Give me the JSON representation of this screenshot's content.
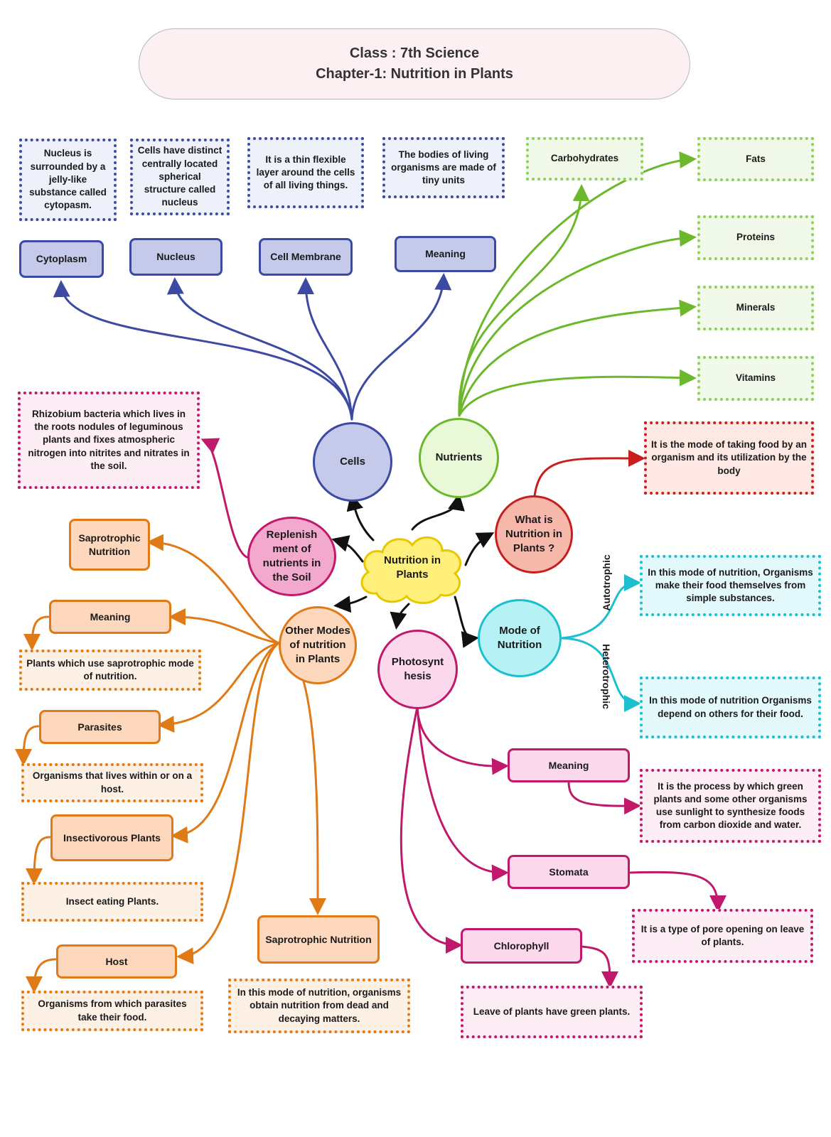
{
  "title": {
    "line1": "Class : 7th Science",
    "line2": "Chapter-1: Nutrition in Plants"
  },
  "colors": {
    "cells": "#3d4aa3",
    "nutrients": "#6cb82c",
    "what": "#c81e1e",
    "mode": "#1cbfcf",
    "photo": "#c0196b",
    "other": "#e07a16",
    "replenish": "#c0196b",
    "center": "#111111"
  },
  "center": "Nutrition in Plants",
  "cells": {
    "label": "Cells",
    "cytoplasm": "Cytoplasm",
    "nucleus": "Nucleus",
    "membrane": "Cell Membrane",
    "meaning": "Meaning",
    "cytoplasm_desc": "Nucleus is surrounded by a jelly-like substance called cytopasm.",
    "nucleus_desc": "Cells have distinct centrally located spherical structure called nucleus",
    "membrane_desc": "It is a thin flexible layer around the cells of all living things.",
    "meaning_desc": "The bodies of living organisms are made of tiny units"
  },
  "nutrients": {
    "label": "Nutrients",
    "carbohydrates": "Carbohydrates",
    "fats": "Fats",
    "proteins": "Proteins",
    "minerals": "Minerals",
    "vitamins": "Vitamins"
  },
  "what": {
    "label": "What is Nutrition in Plants ?",
    "desc": "It is the mode of taking food by an organism and its utilization by the body"
  },
  "mode": {
    "label": "Mode of Nutrition",
    "autotrophic": "Autotrophic",
    "heterotrophic": "Heterotrophic",
    "auto_desc": "In this mode of nutrition, Organisms make their food themselves from simple substances.",
    "hetero_desc": "In this mode of nutrition Organisms depend on others for their food."
  },
  "photo": {
    "label": "Photosynt hesis",
    "meaning": "Meaning",
    "stomata": "Stomata",
    "chlorophyll": "Chlorophyll",
    "meaning_desc": "It is the process by which green plants and some other organisms use sunlight to synthesize foods from carbon dioxide and water.",
    "stomata_desc": "It is a type of pore opening on leave of plants.",
    "chlorophyll_desc": "Leave of plants have green plants."
  },
  "replenish": {
    "label": "Replenish ment of nutrients in the Soil",
    "desc": "Rhizobium bacteria which lives in the roots nodules of leguminous plants and fixes atmospheric nitrogen into nitrites and nitrates in the soil."
  },
  "other": {
    "label": "Other Modes of nutrition in Plants",
    "saprotrophic": "Saprotrophic Nutrition",
    "meaning": "Meaning",
    "meaning_desc": "Plants which use saprotrophic mode of nutrition.",
    "parasites": "Parasites",
    "parasites_desc": "Organisms that lives within or on a host.",
    "insectivorous": "Insectivorous Plants",
    "insectivorous_desc": "Insect eating Plants.",
    "host": "Host",
    "host_desc": "Organisms from which parasites take their food.",
    "sapro_nutrition": "Saprotrophic Nutrition",
    "sapro_desc": "In this mode of nutrition, organisms obtain nutrition from dead and decaying matters."
  }
}
